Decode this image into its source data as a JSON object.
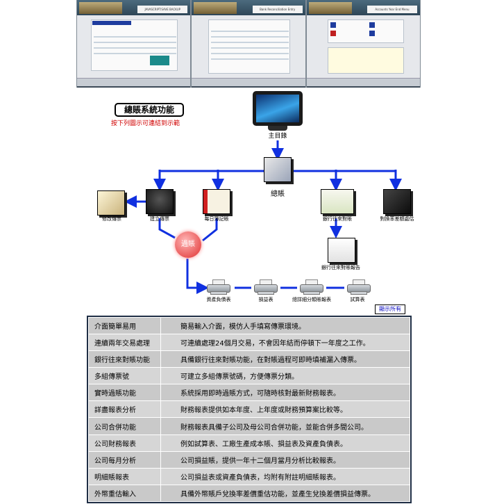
{
  "screenshots": [
    {
      "title": "JAVASCRIPT:SAVE BACKUP",
      "caption": ""
    },
    {
      "title": "Bank Reconciliation Entry",
      "caption": ""
    },
    {
      "title": "Accounts Year End Menu",
      "caption": ""
    }
  ],
  "header": {
    "title": "總賬系統功能",
    "subtitle": "按下列圖示可連結到示範"
  },
  "nodes": {
    "main_menu": "主目錄",
    "ledger": "總賬",
    "modify_voucher": "修改傳票",
    "create_voucher": "建立傳票",
    "daily_journal": "每日簿記賬",
    "bank_reconcile": "銀行往來對賬",
    "fx_gain_loss": "對換率差額處估",
    "bank_report": "銀行往來對賬報告",
    "posting": "過賬",
    "balance_sheet": "資產負債表",
    "income_statement": "損益表",
    "detail_report": "總詳細分類賬報表",
    "trial_balance": "試算表"
  },
  "show_all": "顯示所有",
  "features": [
    {
      "name": "介面簡單易用",
      "desc": "簡易輸入介面，模仿人手填寫傳票環境。"
    },
    {
      "name": "連續兩年交易處理",
      "desc": "可連續處理24個月交易，不會因年結而停頓下一年度之工作。"
    },
    {
      "name": "銀行往來對賬功能",
      "desc": "具備銀行往來對賬功能，在對賬過程可即時填補漏入傳票。"
    },
    {
      "name": "多組傳票號",
      "desc": "可建立多組傳票號碼，方便傳票分類。"
    },
    {
      "name": "實時過賬功能",
      "desc": "系統採用即時過賬方式，可隨時核對最新財務報表。"
    },
    {
      "name": "詳盡報表分析",
      "desc": "財務報表提供如本年度、上年度或財務預算案比較等。"
    },
    {
      "name": "公司合併功能",
      "desc": "財務報表具備子公司及母公司合併功能，並能合併多間公司。"
    },
    {
      "name": "公司財務報表",
      "desc": "例如試算表、工廠生產成本賬、損益表及資產負債表。"
    },
    {
      "name": "公司每月分析",
      "desc": "公司損益賬，提供一年十二個月當月分析比較報表。"
    },
    {
      "name": "明細賬報表",
      "desc": "公司損益表或資產負債表，均附有附註明細賬報表。"
    },
    {
      "name": "外幣重估輸入",
      "desc": "具備外幣賬戶兌換率差價重估功能，並產生兌換差價損益傳票。"
    }
  ],
  "colors": {
    "connector": "#1030e0",
    "accent_red": "#d00000",
    "table_border": "#1f2e45"
  }
}
